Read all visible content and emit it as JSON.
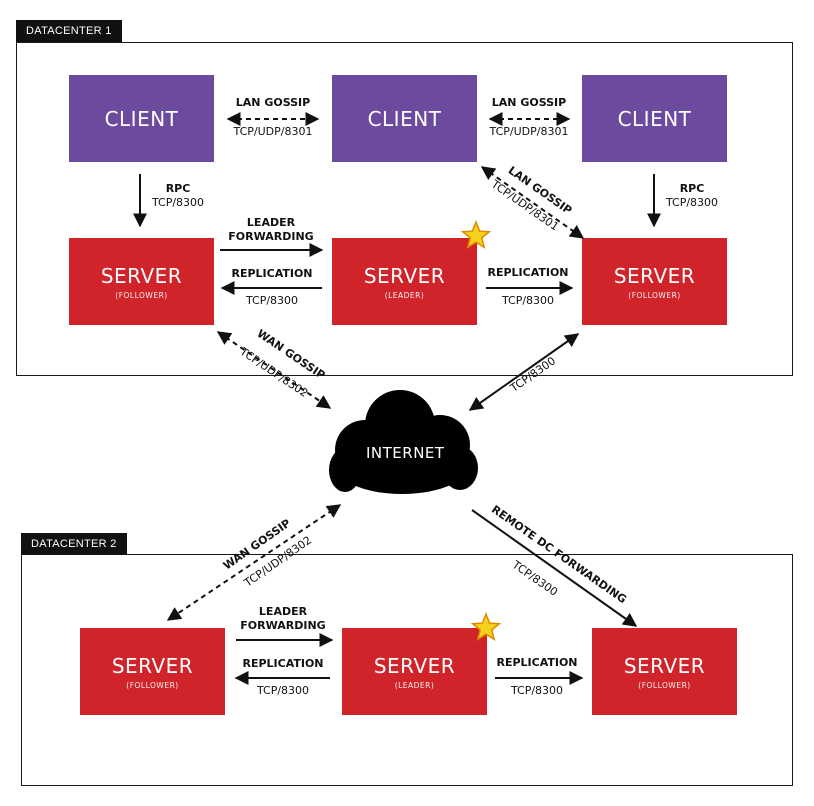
{
  "datacenter1": {
    "tag": "DATACENTER 1",
    "clients": [
      "CLIENT",
      "CLIENT",
      "CLIENT"
    ],
    "servers": [
      {
        "title": "SERVER",
        "role": "(FOLLOWER)"
      },
      {
        "title": "SERVER",
        "role": "(LEADER)"
      },
      {
        "title": "SERVER",
        "role": "(FOLLOWER)"
      }
    ],
    "lan_gossip_1": {
      "name": "LAN GOSSIP",
      "port": "TCP/UDP/8301"
    },
    "lan_gossip_2": {
      "name": "LAN GOSSIP",
      "port": "TCP/UDP/8301"
    },
    "lan_gossip_diag": {
      "name": "LAN GOSSIP",
      "port": "TCP/UDP/8301"
    },
    "rpc_left": {
      "name": "RPC",
      "port": "TCP/8300"
    },
    "rpc_right": {
      "name": "RPC",
      "port": "TCP/8300"
    },
    "leader_forwarding": {
      "line1": "LEADER",
      "line2": "FORWARDING"
    },
    "replication_left": {
      "name": "REPLICATION",
      "port": "TCP/8300"
    },
    "replication_right": {
      "name": "REPLICATION",
      "port": "TCP/8300"
    }
  },
  "internet": {
    "label": "INTERNET",
    "wan_gossip_dc1": {
      "name": "WAN GOSSIP",
      "port": "TCP/UDP/8302"
    },
    "tcp_dc1": "TCP/8300",
    "wan_gossip_dc2": {
      "name": "WAN GOSSIP",
      "port": "TCP/UDP/8302"
    },
    "remote_dc": {
      "name": "REMOTE DC FORWARDING",
      "port": "TCP/8300"
    }
  },
  "datacenter2": {
    "tag": "DATACENTER 2",
    "servers": [
      {
        "title": "SERVER",
        "role": "(FOLLOWER)"
      },
      {
        "title": "SERVER",
        "role": "(LEADER)"
      },
      {
        "title": "SERVER",
        "role": "(FOLLOWER)"
      }
    ],
    "leader_forwarding": {
      "line1": "LEADER",
      "line2": "FORWARDING"
    },
    "replication_left": {
      "name": "REPLICATION",
      "port": "TCP/8300"
    },
    "replication_right": {
      "name": "REPLICATION",
      "port": "TCP/8300"
    }
  },
  "colors": {
    "client": "#6c4a9d",
    "server": "#d0232a",
    "leader_star": "#f5d21c",
    "frame": "#1a1a1a",
    "cloud": "#000000"
  }
}
